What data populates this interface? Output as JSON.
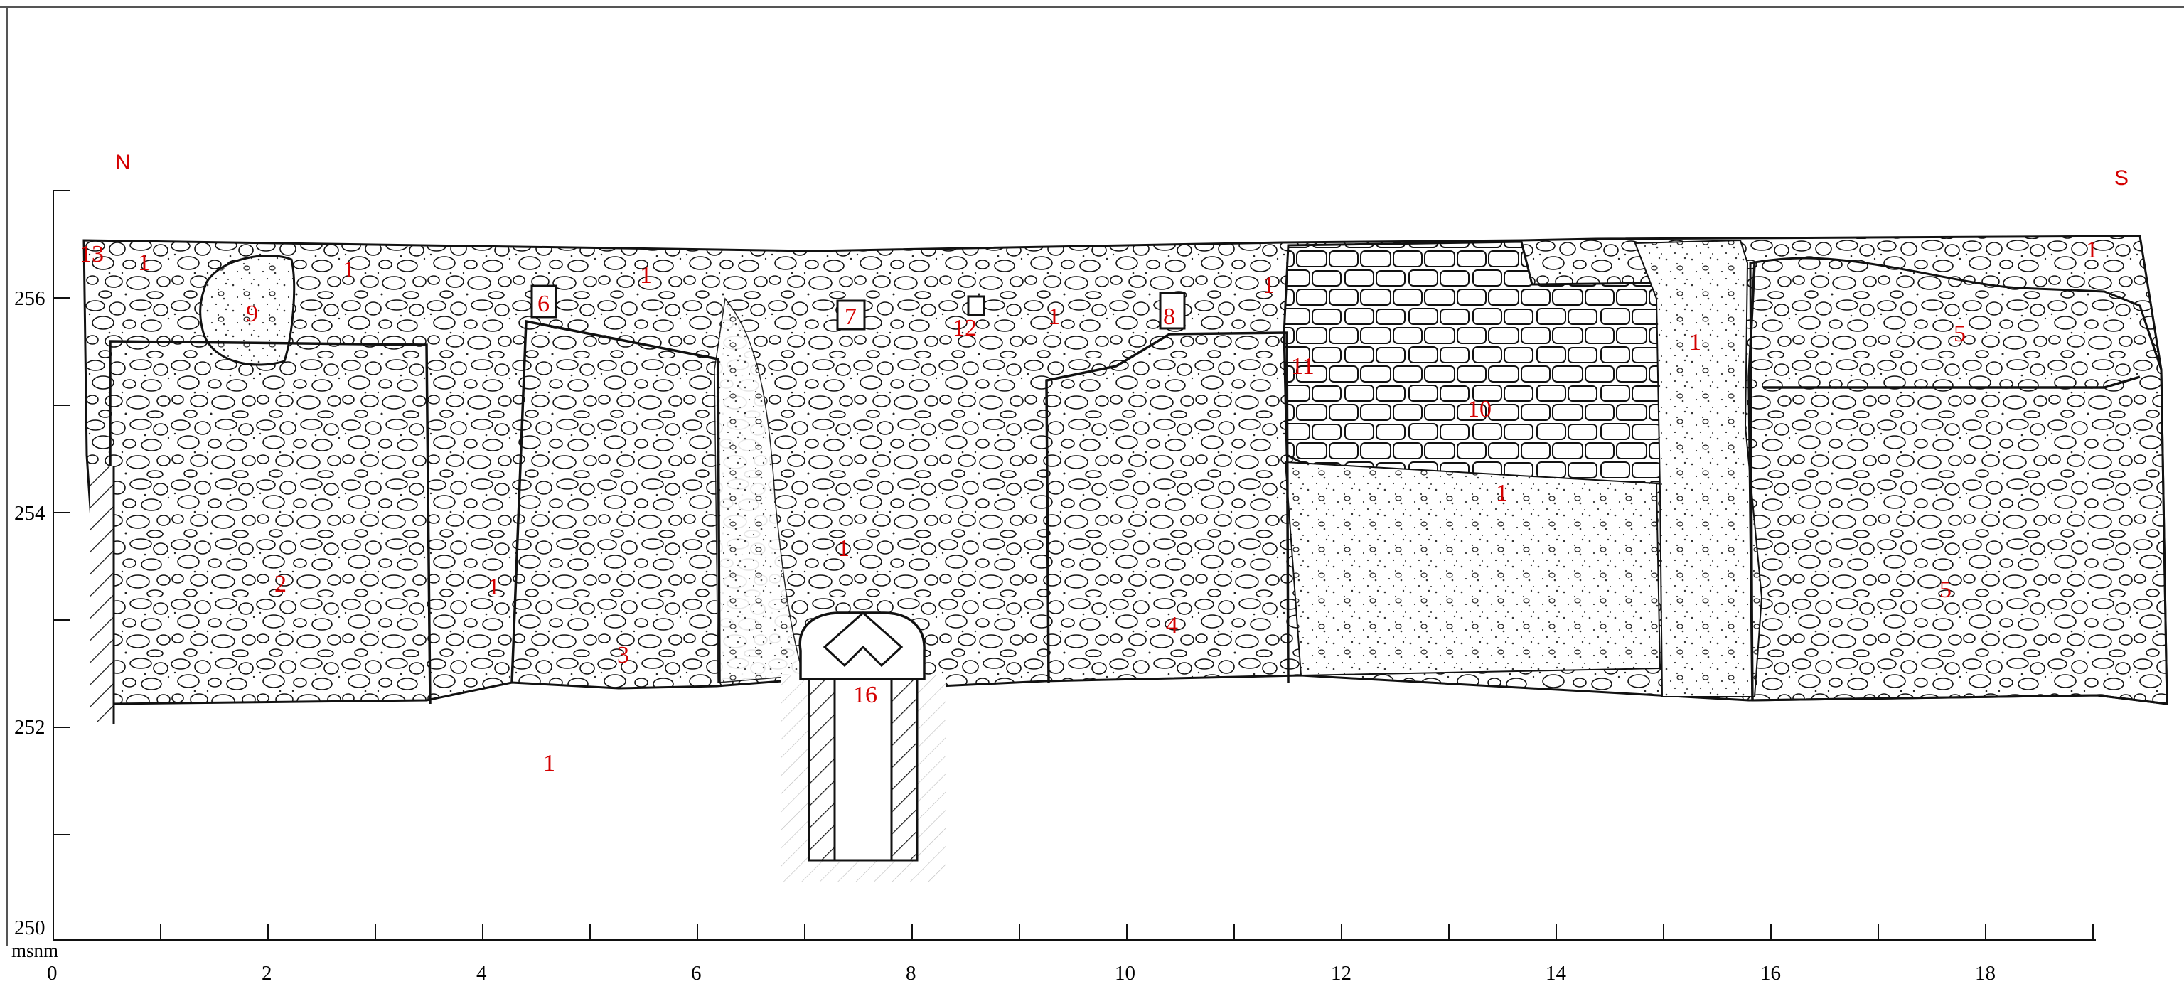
{
  "orientation": {
    "north": "N",
    "south": "S"
  },
  "y_axis": {
    "unit": "msnm",
    "ticks": [
      "256",
      "254",
      "252",
      "250"
    ]
  },
  "x_axis": {
    "ticks": [
      "0",
      "2",
      "4",
      "6",
      "8",
      "10",
      "12",
      "14",
      "16",
      "18"
    ]
  },
  "unit_labels": [
    {
      "id": "13",
      "text": "13"
    },
    {
      "id": "1a",
      "text": "1"
    },
    {
      "id": "9",
      "text": "9"
    },
    {
      "id": "1b",
      "text": "1"
    },
    {
      "id": "6",
      "text": "6"
    },
    {
      "id": "1c",
      "text": "1"
    },
    {
      "id": "7",
      "text": "7"
    },
    {
      "id": "12",
      "text": "12"
    },
    {
      "id": "1d",
      "text": "1"
    },
    {
      "id": "8",
      "text": "8"
    },
    {
      "id": "1e",
      "text": "1"
    },
    {
      "id": "11",
      "text": "11"
    },
    {
      "id": "10",
      "text": "10"
    },
    {
      "id": "1f",
      "text": "1"
    },
    {
      "id": "5a",
      "text": "5"
    },
    {
      "id": "1g",
      "text": "1"
    },
    {
      "id": "1h",
      "text": "1"
    },
    {
      "id": "2",
      "text": "2"
    },
    {
      "id": "1i",
      "text": "1"
    },
    {
      "id": "1j",
      "text": "1"
    },
    {
      "id": "3",
      "text": "3"
    },
    {
      "id": "4",
      "text": "4"
    },
    {
      "id": "5b",
      "text": "5"
    },
    {
      "id": "16",
      "text": "16"
    },
    {
      "id": "1k",
      "text": "1"
    }
  ]
}
